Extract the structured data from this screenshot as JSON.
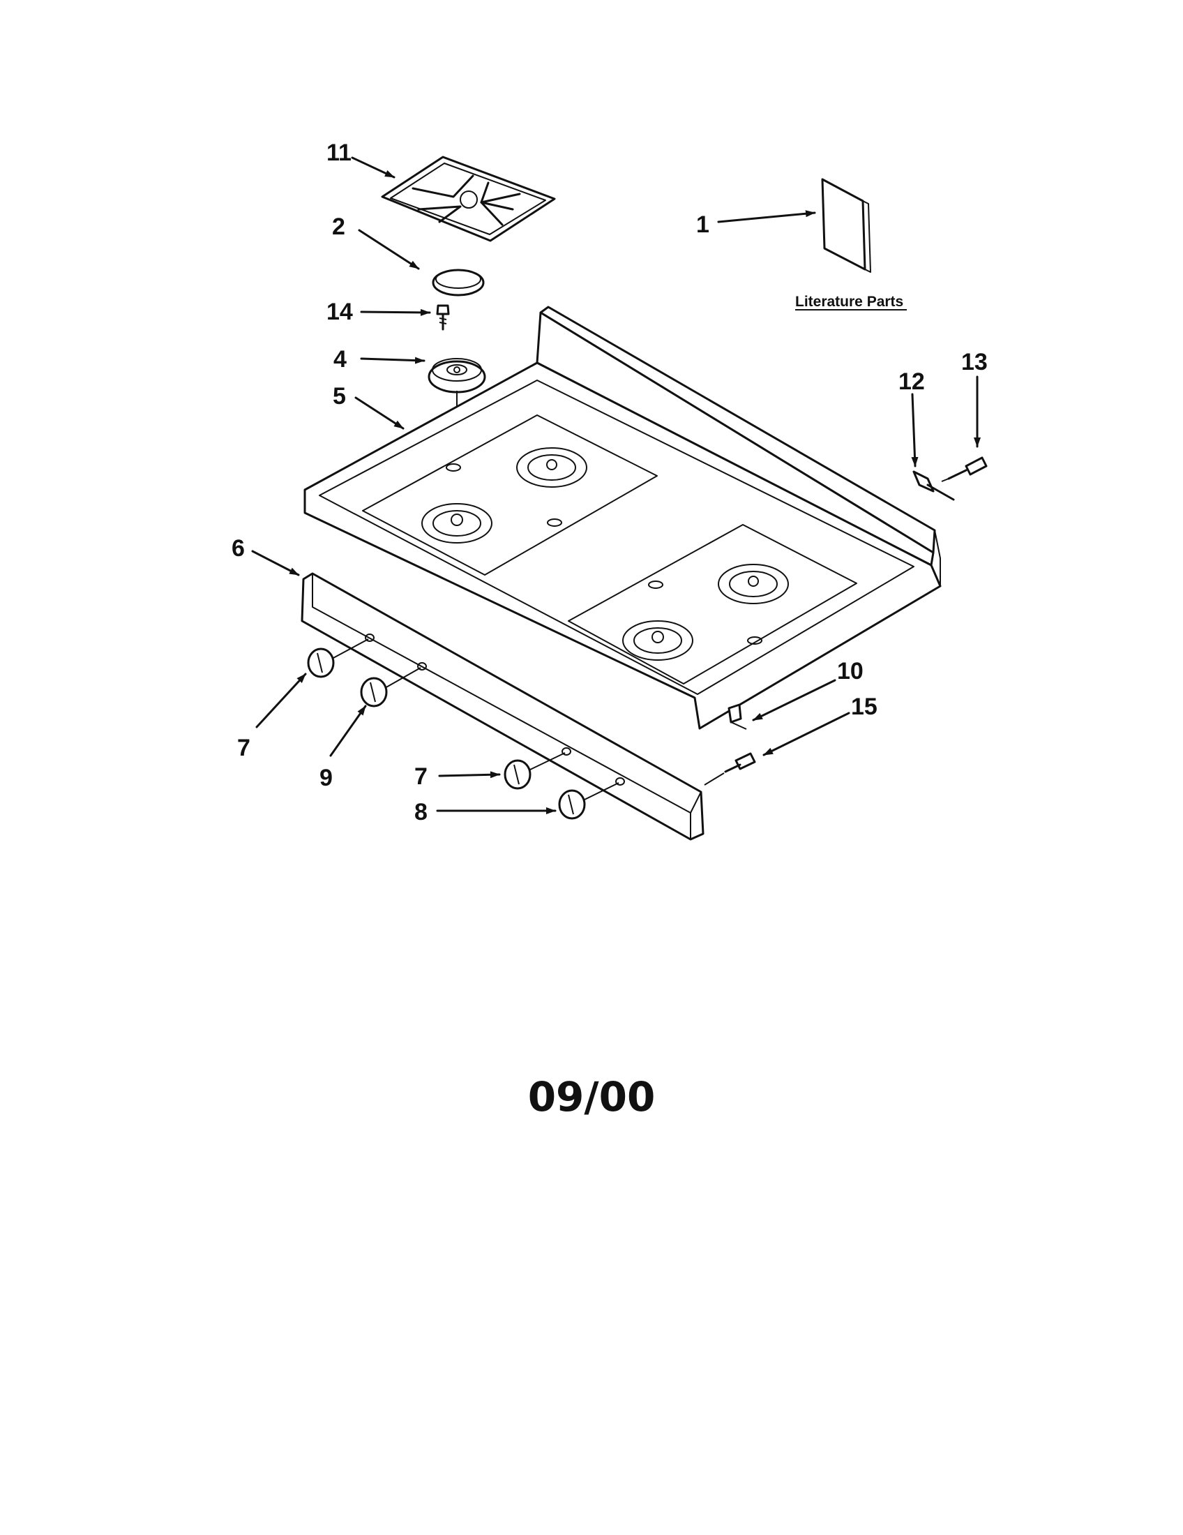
{
  "diagram": {
    "callouts": [
      {
        "id": "11",
        "text": "11"
      },
      {
        "id": "2",
        "text": "2"
      },
      {
        "id": "14",
        "text": "14"
      },
      {
        "id": "4",
        "text": "4"
      },
      {
        "id": "5",
        "text": "5"
      },
      {
        "id": "1",
        "text": "1"
      },
      {
        "id": "12",
        "text": "12"
      },
      {
        "id": "13",
        "text": "13"
      },
      {
        "id": "6",
        "text": "6"
      },
      {
        "id": "7a",
        "text": "7"
      },
      {
        "id": "9",
        "text": "9"
      },
      {
        "id": "7b",
        "text": "7"
      },
      {
        "id": "8",
        "text": "8"
      },
      {
        "id": "10",
        "text": "10"
      },
      {
        "id": "15",
        "text": "15"
      }
    ],
    "literature_label": "Literature Parts"
  },
  "footer": {
    "date_code": "09/00"
  }
}
